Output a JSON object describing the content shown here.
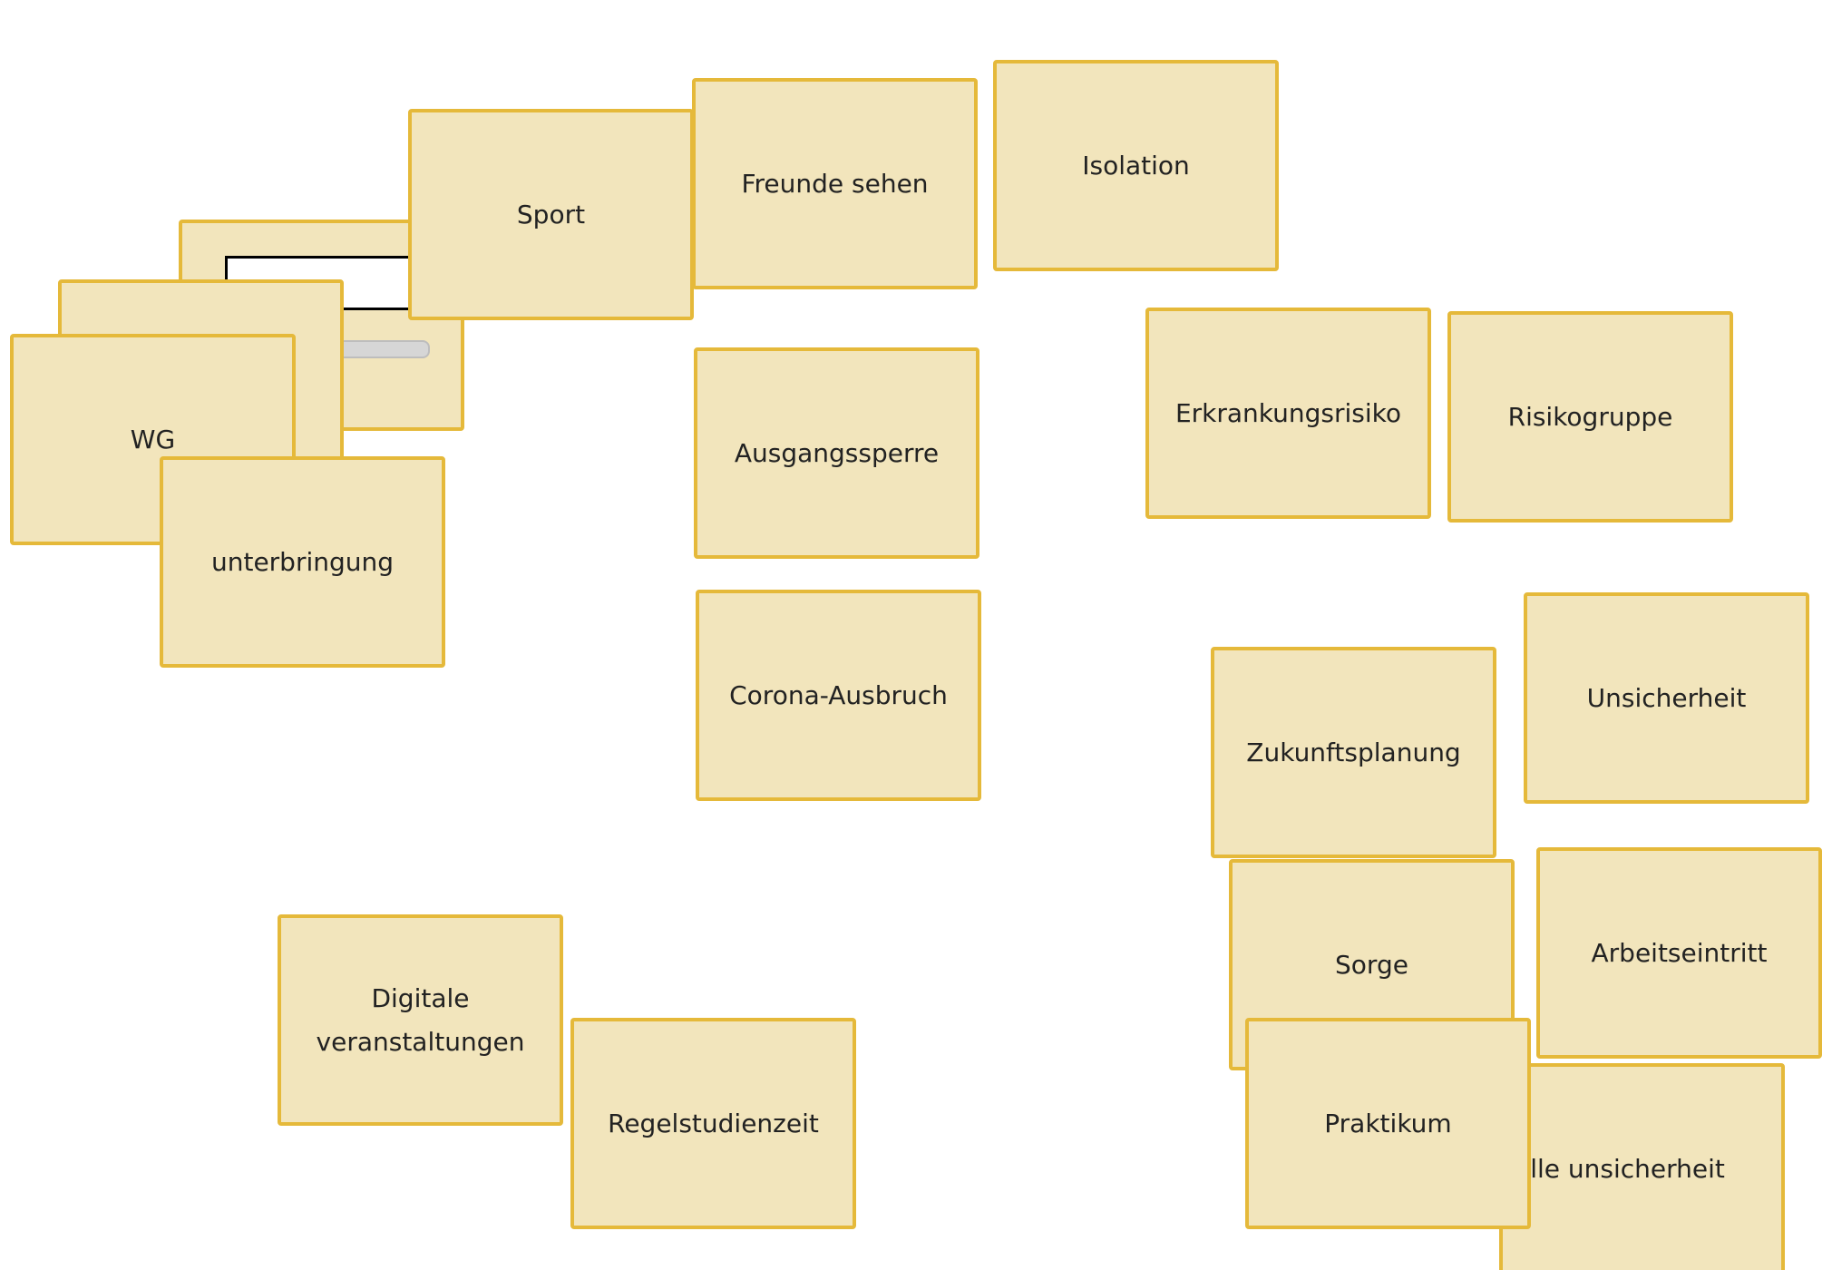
{
  "colors": {
    "card_fill": "#f2e5bc",
    "card_border": "#e5b93a",
    "text": "#222222",
    "background": "#ffffff"
  },
  "cards": {
    "editing": "",
    "stacked_back": "",
    "wg": "WG",
    "unterbringung": "unterbringung",
    "sport": "Sport",
    "freunde_sehen": "Freunde sehen",
    "isolation": "Isolation",
    "ausgangssperre": "Ausgangssperre",
    "corona_ausbruch": "Corona-Ausbruch",
    "erkrankungsrisiko": "Erkrankungsrisiko",
    "risikogruppe": "Risikogruppe",
    "unsicherheit": "Unsicherheit",
    "zukunftsplanung": "Zukunftsplanung",
    "sorge": "Sorge",
    "arbeitseintritt": "Arbeitseintritt",
    "finanzielle_unsicherheit": "Finanzielle unsicherheit",
    "praktikum": "Praktikum",
    "digitale_veranstaltungen": "Digitale\nveranstaltungen",
    "regelstudienzeit": "Regelstudienzeit"
  }
}
